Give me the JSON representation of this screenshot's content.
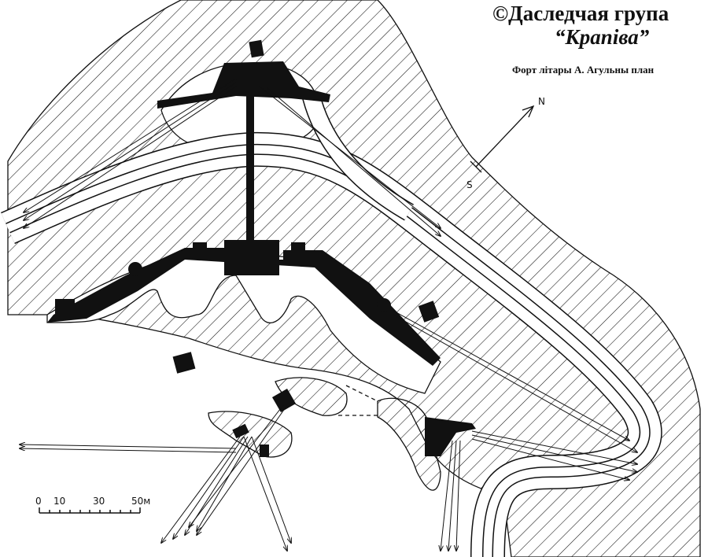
{
  "header": {
    "title": "©Даследчая група",
    "subtitle": "“Крапіва”",
    "caption": "Форт літары А. Агульны план"
  },
  "compass": {
    "north": "N",
    "south": "S"
  },
  "scale": {
    "ticks": [
      "0",
      "10",
      "30",
      "50м"
    ]
  },
  "colors": {
    "ink": "#111111",
    "paper": "#ffffff"
  }
}
